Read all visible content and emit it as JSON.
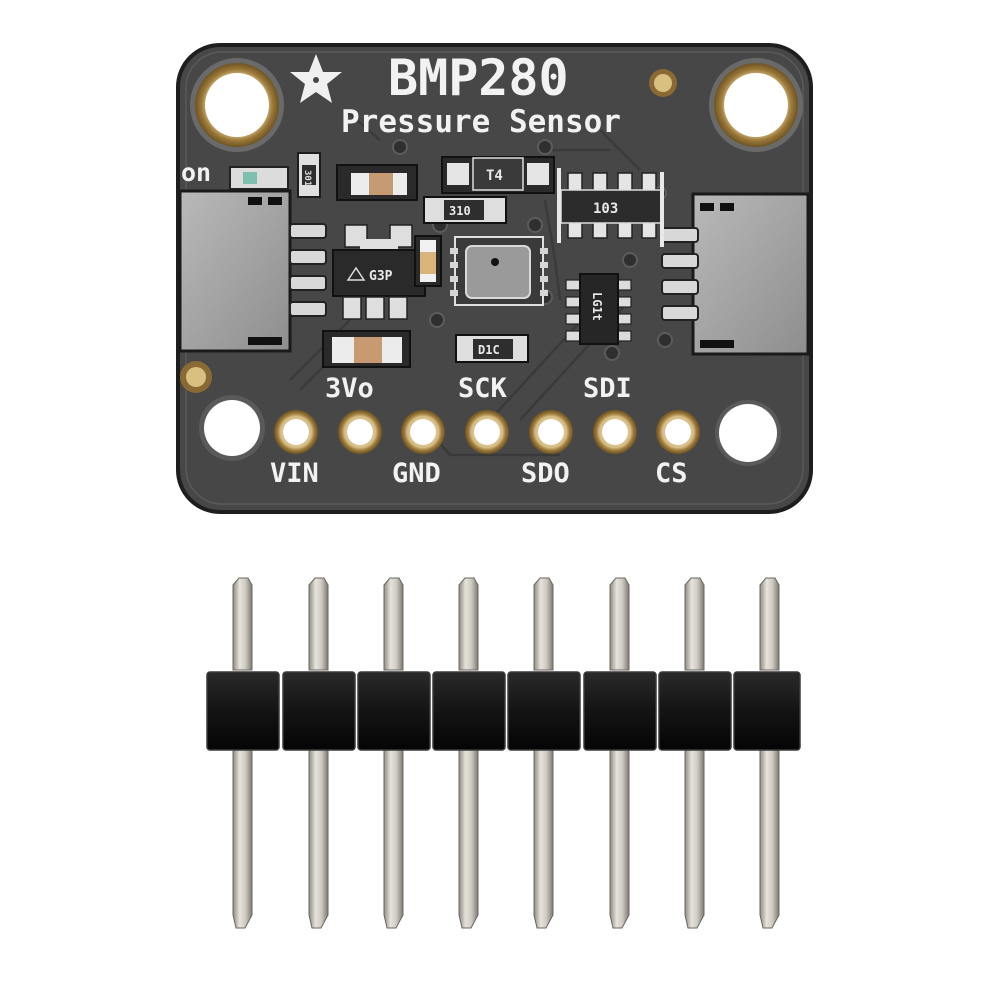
{
  "product": {
    "board_title": "BMP280",
    "board_subtitle": "Pressure Sensor",
    "led_label": "on",
    "logo": "adafruit-flower-star-logo",
    "colors": {
      "pcb": "#4a4a4a",
      "pcb_dark": "#2e2e2e",
      "silkscreen": "#f2f2f2",
      "gold": "#b08c4a",
      "header_plastic": "#151515",
      "pin_metal": "#c9c6bf",
      "background": "#ffffff"
    }
  },
  "pins": {
    "top_labels": [
      {
        "label": "3Vo"
      },
      {
        "label": "SCK"
      },
      {
        "label": "SDI"
      }
    ],
    "bottom_labels": [
      {
        "label": "VIN"
      },
      {
        "label": "GND"
      },
      {
        "label": "SDO"
      },
      {
        "label": "CS"
      }
    ],
    "count": 7
  },
  "components": {
    "sot23_regulator": "G3P",
    "resistor_network": "103",
    "diode": "T4",
    "resistor_1": "310",
    "resistor_2": "D1C",
    "level_shifter": "LG1t",
    "resistor_3": "301"
  },
  "header": {
    "pin_count": 8
  }
}
